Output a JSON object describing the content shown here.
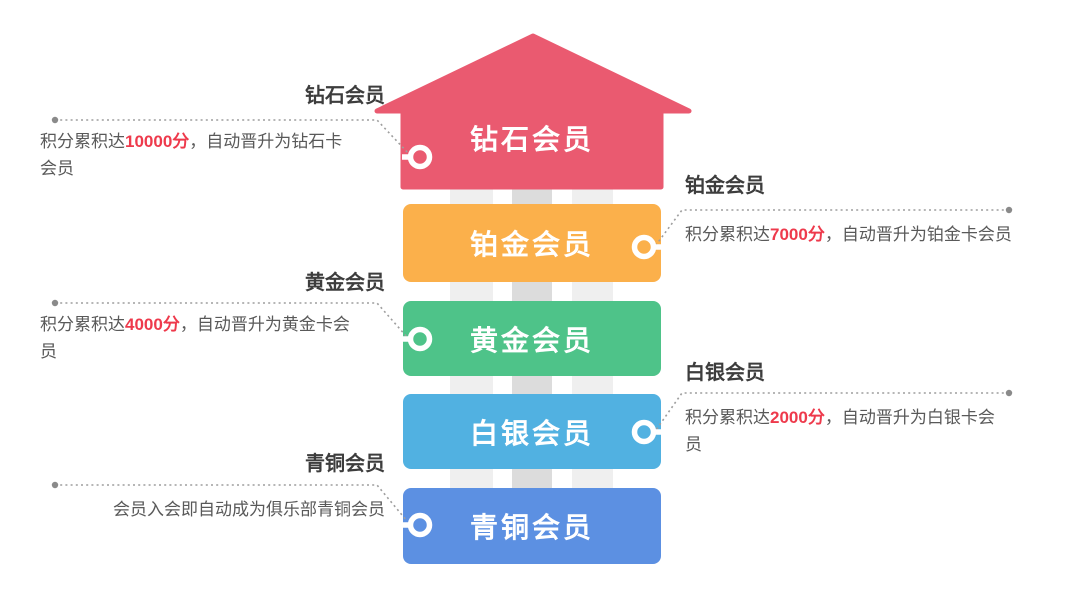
{
  "diagram_title": "membership-levels-pyramid",
  "tiers": [
    {
      "name": "钻石会员",
      "color": "#ea5a70",
      "shape": "up-arrow"
    },
    {
      "name": "铂金会员",
      "color": "#fbb04b",
      "shape": "block"
    },
    {
      "name": "黄金会员",
      "color": "#4ec389",
      "shape": "block"
    },
    {
      "name": "白银会员",
      "color": "#51b1e1",
      "shape": "block"
    },
    {
      "name": "青铜会员",
      "color": "#5c90e2",
      "shape": "block"
    }
  ],
  "annotations": [
    {
      "label": "钻石会员",
      "side": "left",
      "prefix": "积分累积达",
      "value": "10000分",
      "suffix": "，自动晋升为钻石卡\n会员"
    },
    {
      "label": "铂金会员",
      "side": "right",
      "prefix": "积分累积达",
      "value": "7000分",
      "suffix": "，自动晋升为铂金卡会员"
    },
    {
      "label": "黄金会员",
      "side": "left",
      "prefix": "积分累积达",
      "value": "4000分",
      "suffix": "，自动晋升为黄金卡会\n员"
    },
    {
      "label": "白银会员",
      "side": "right",
      "prefix": "积分累积达",
      "value": "2000分",
      "suffix": "，自动晋升为白银卡会\n员"
    },
    {
      "label": "青铜会员",
      "side": "left",
      "prefix": "会员入会即自动成为俱乐部青铜会员",
      "value": "",
      "suffix": ""
    }
  ],
  "colors": {
    "highlight_red": "#ee3a4c",
    "label_dark": "#3d3d3d",
    "desc_gray": "#595959",
    "dotted_gray": "#9e9e9e",
    "stripe_light": "#efefef",
    "stripe_mid": "#dcdcdc",
    "connector_white": "#ffffff"
  }
}
